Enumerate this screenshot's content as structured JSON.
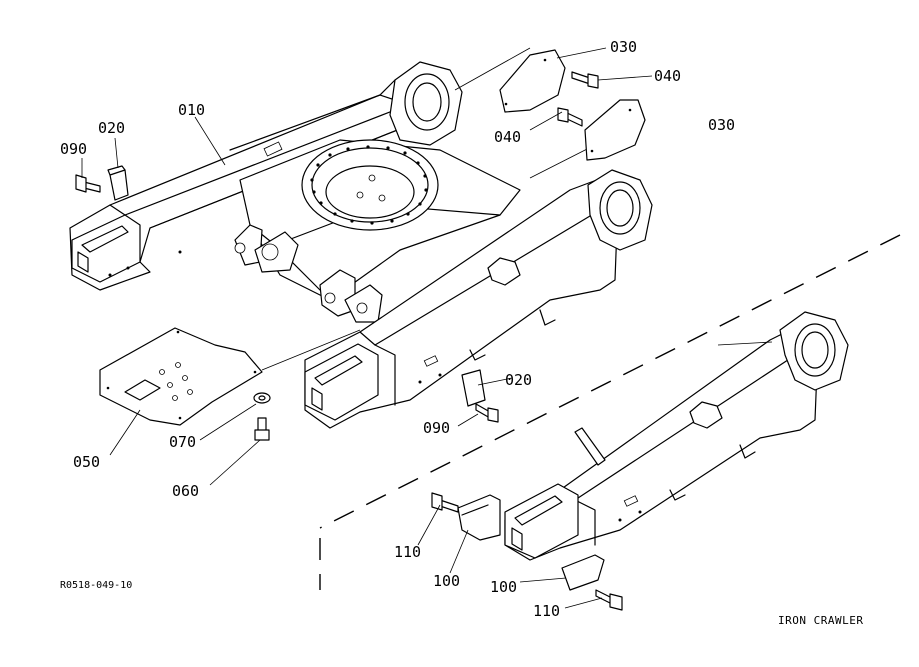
{
  "labels": {
    "p010": "010",
    "p020a": "020",
    "p020b": "020",
    "p030a": "030",
    "p030b": "030",
    "p040a": "040",
    "p040b": "040",
    "p050": "050",
    "p060": "060",
    "p070": "070",
    "p090a": "090",
    "p090b": "090",
    "p100a": "100",
    "p100b": "100",
    "p110a": "110",
    "p110b": "110"
  },
  "reference_code": "R0518-049-10",
  "caption": "IRON CRAWLER",
  "colors": {
    "line": "#000000",
    "background": "#ffffff"
  }
}
